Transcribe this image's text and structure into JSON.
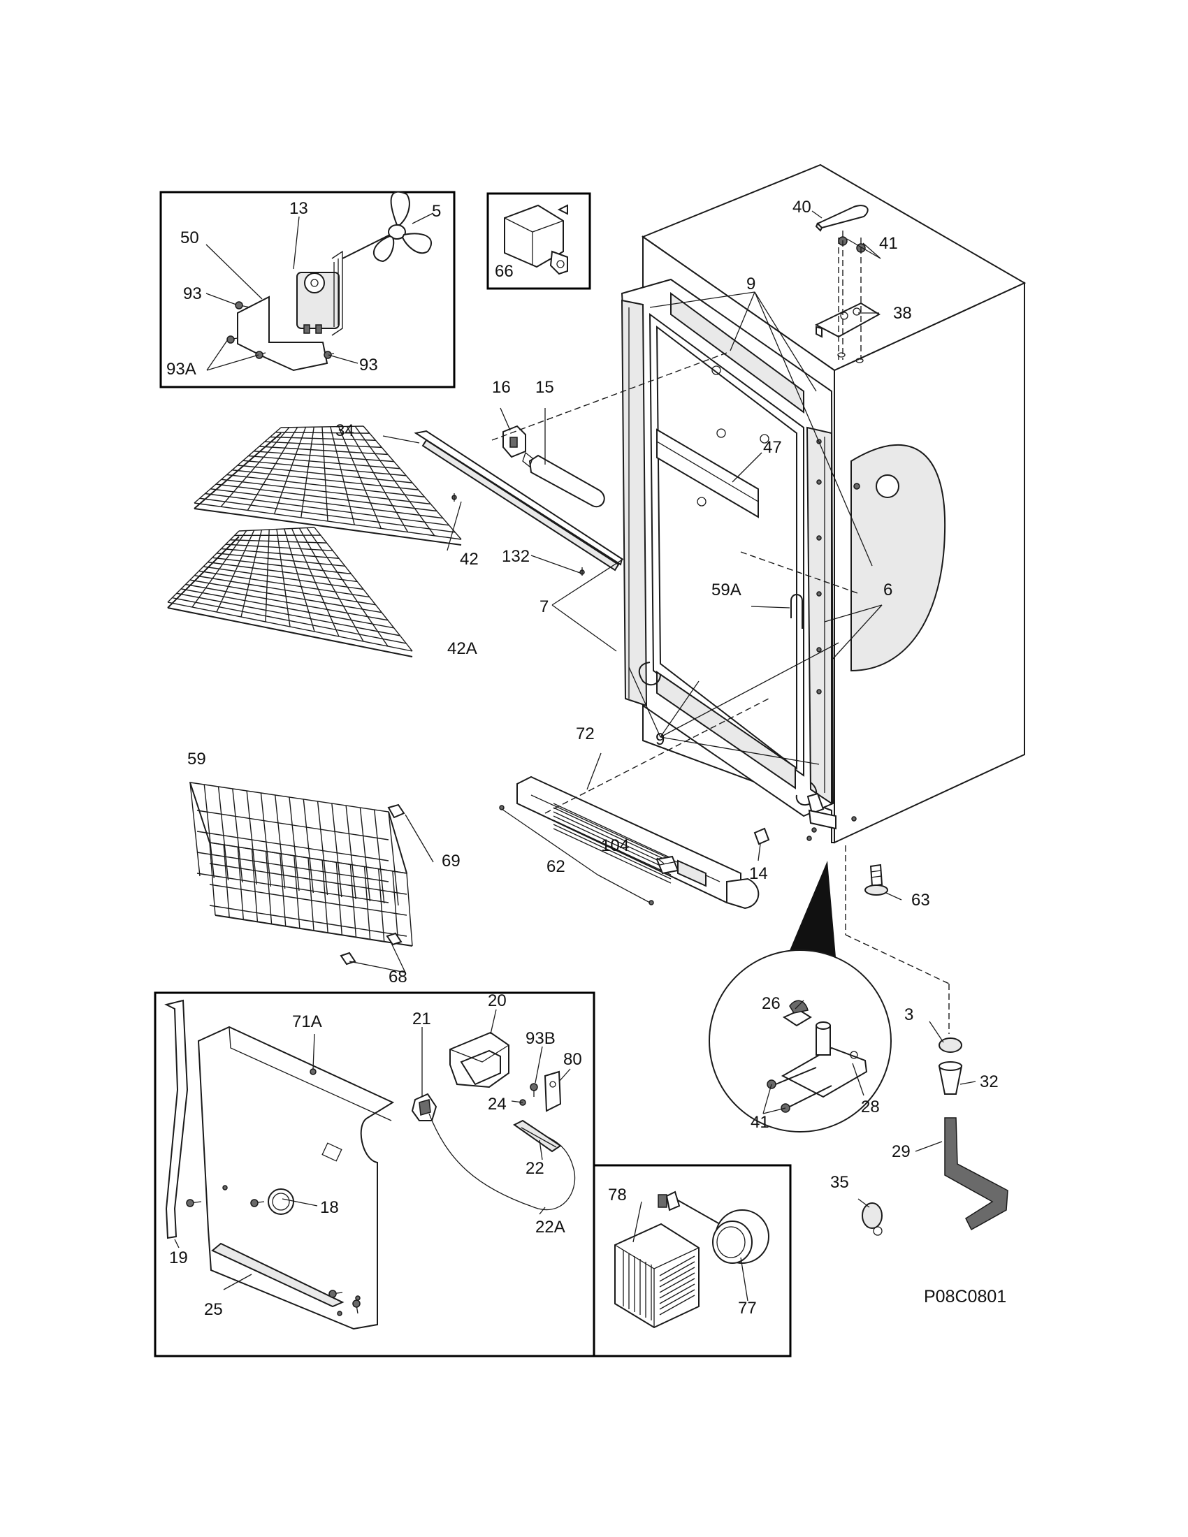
{
  "diagram_code": "P08C0801",
  "callouts": [
    {
      "id": "c5",
      "text": "5"
    },
    {
      "id": "c13",
      "text": "13"
    },
    {
      "id": "c50",
      "text": "50"
    },
    {
      "id": "c93a",
      "text": "93"
    },
    {
      "id": "c93b",
      "text": "93"
    },
    {
      "id": "c93A",
      "text": "93A"
    },
    {
      "id": "c66",
      "text": "66"
    },
    {
      "id": "c40",
      "text": "40"
    },
    {
      "id": "c41a",
      "text": "41"
    },
    {
      "id": "c38",
      "text": "38"
    },
    {
      "id": "c9a",
      "text": "9"
    },
    {
      "id": "c9b",
      "text": "9"
    },
    {
      "id": "c16",
      "text": "16"
    },
    {
      "id": "c15",
      "text": "15"
    },
    {
      "id": "c34",
      "text": "34"
    },
    {
      "id": "c47",
      "text": "47"
    },
    {
      "id": "c42",
      "text": "42"
    },
    {
      "id": "c132",
      "text": "132"
    },
    {
      "id": "c42A",
      "text": "42A"
    },
    {
      "id": "c7",
      "text": "7"
    },
    {
      "id": "c59A",
      "text": "59A"
    },
    {
      "id": "c6",
      "text": "6"
    },
    {
      "id": "c72",
      "text": "72"
    },
    {
      "id": "c59",
      "text": "59"
    },
    {
      "id": "c69",
      "text": "69"
    },
    {
      "id": "c62",
      "text": "62"
    },
    {
      "id": "c104",
      "text": "104"
    },
    {
      "id": "c14",
      "text": "14"
    },
    {
      "id": "c63",
      "text": "63"
    },
    {
      "id": "c68",
      "text": "68"
    },
    {
      "id": "c20",
      "text": "20"
    },
    {
      "id": "c71A",
      "text": "71A"
    },
    {
      "id": "c21",
      "text": "21"
    },
    {
      "id": "c93B",
      "text": "93B"
    },
    {
      "id": "c80",
      "text": "80"
    },
    {
      "id": "c24",
      "text": "24"
    },
    {
      "id": "c22",
      "text": "22"
    },
    {
      "id": "c18",
      "text": "18"
    },
    {
      "id": "c22A",
      "text": "22A"
    },
    {
      "id": "c19",
      "text": "19"
    },
    {
      "id": "c25",
      "text": "25"
    },
    {
      "id": "c26",
      "text": "26"
    },
    {
      "id": "c3",
      "text": "3"
    },
    {
      "id": "c32",
      "text": "32"
    },
    {
      "id": "c41b",
      "text": "41"
    },
    {
      "id": "c28",
      "text": "28"
    },
    {
      "id": "c29",
      "text": "29"
    },
    {
      "id": "c35",
      "text": "35"
    },
    {
      "id": "c78",
      "text": "78"
    },
    {
      "id": "c77",
      "text": "77"
    }
  ]
}
